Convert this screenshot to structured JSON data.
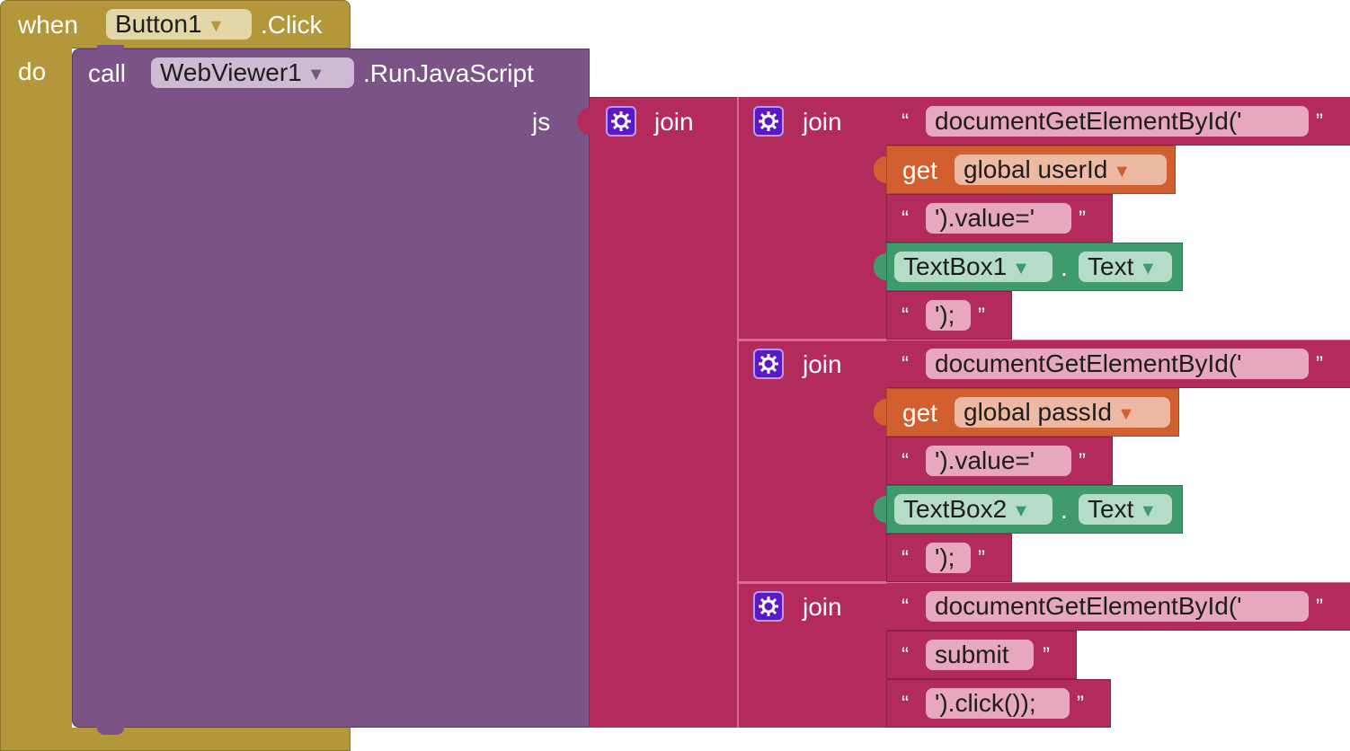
{
  "colors": {
    "event": "#b5973b",
    "call": "#7b5386",
    "text": "#b22b5c",
    "variable": "#d15f2f",
    "component": "#3f9a6e"
  },
  "event": {
    "when": "when",
    "component": "Button1",
    "event_name": ".Click",
    "do": "do"
  },
  "call": {
    "call": "call",
    "component": "WebViewer1",
    "method": ".RunJavaScript",
    "param": "js"
  },
  "joins": {
    "outer": "join",
    "j1": "join",
    "j2": "join",
    "j3": "join"
  },
  "quotes": {
    "open": "“",
    "close": "”"
  },
  "group1": {
    "s1": "documentGetElementById('",
    "get_label": "get",
    "var": "global userId",
    "s2": "').value='",
    "textbox": "TextBox1",
    "dot": ".",
    "prop": "Text",
    "s3": "');"
  },
  "group2": {
    "s1": "documentGetElementById('",
    "get_label": "get",
    "var": "global passId",
    "s2": "').value='",
    "textbox": "TextBox2",
    "dot": ".",
    "prop": "Text",
    "s3": "');"
  },
  "group3": {
    "s1": "documentGetElementById('",
    "s2": "submit",
    "s3": "').click());"
  }
}
